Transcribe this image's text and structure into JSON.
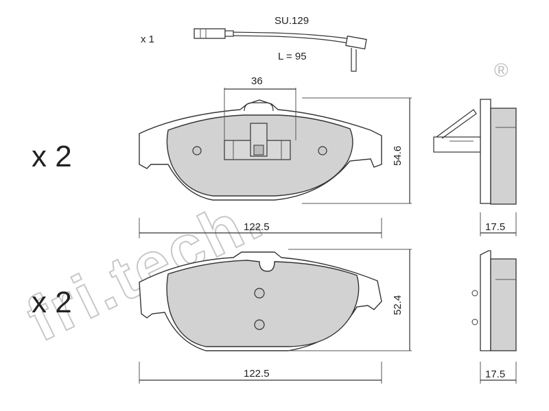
{
  "sensor": {
    "quantity": "x 1",
    "code": "SU.129",
    "length": "L = 95"
  },
  "pad_top": {
    "quantity": "x 2",
    "width_dim": "122.5",
    "height_dim": "54.6",
    "clip_dim": "36",
    "thickness_dim": "17.5"
  },
  "pad_bottom": {
    "quantity": "x 2",
    "width_dim": "122.5",
    "height_dim": "52.4",
    "thickness_dim": "17.5"
  },
  "brand": {
    "watermark": "fri.tech.",
    "registered_mark": "®"
  }
}
